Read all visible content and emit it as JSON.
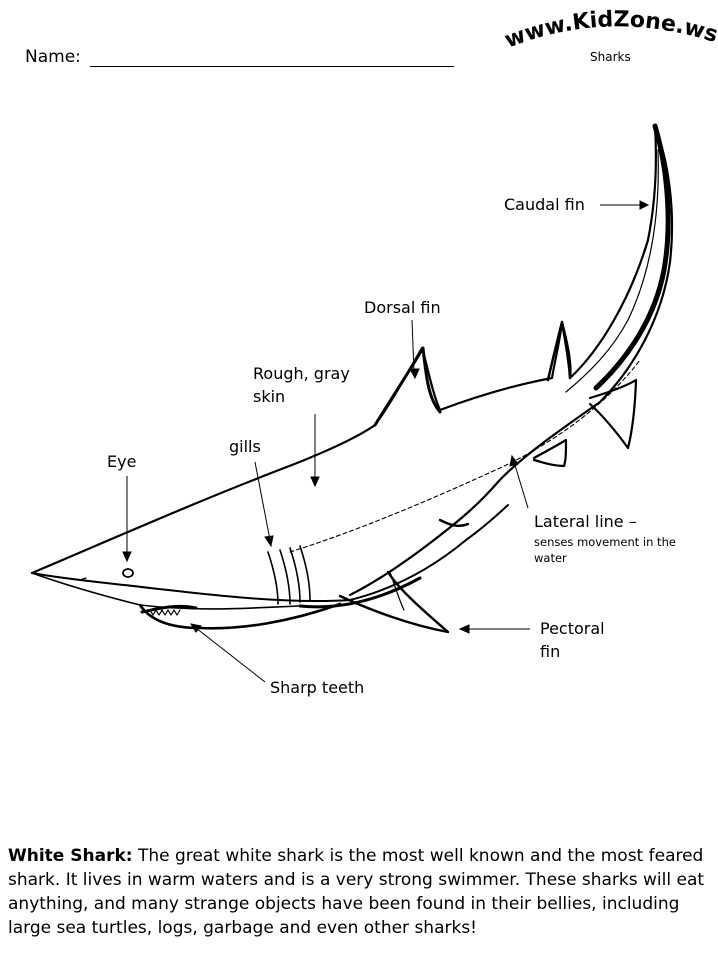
{
  "header": {
    "name_label": "Name:",
    "logo_text": "www.KidZone.ws",
    "subtitle": "Sharks"
  },
  "labels": {
    "caudal_fin": "Caudal fin",
    "dorsal_fin": "Dorsal fin",
    "skin_line1": "Rough, gray",
    "skin_line2": "skin",
    "gills": "gills",
    "eye": "Eye",
    "lateral_line": "Lateral line –",
    "lateral_sub_line1": "senses movement in the",
    "lateral_sub_line2": "water",
    "pectoral_line1": "Pectoral",
    "pectoral_line2": "fin",
    "teeth": "Sharp teeth"
  },
  "description": {
    "title": "White Shark:",
    "body": " The great white shark is the most well known and the most feared shark. It lives in warm waters and is a very strong swimmer. These sharks will eat anything, and many strange objects have been found in their bellies, including large sea turtles, logs, garbage and even other sharks!"
  }
}
